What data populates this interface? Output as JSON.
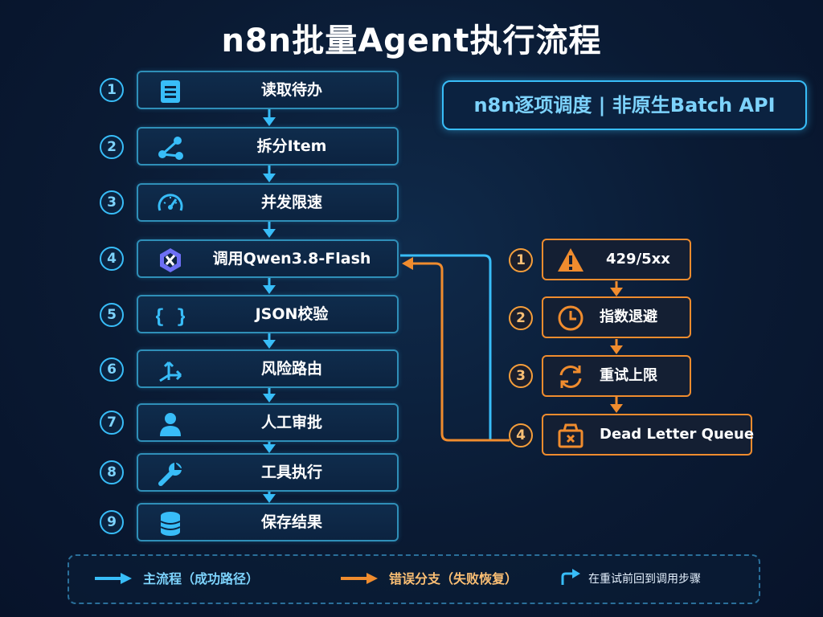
{
  "title": "n8n批量Agent执行流程",
  "badge": "n8n逐项调度 | 非原生Batch API",
  "colors": {
    "main": "#38bdf8",
    "error": "#f08c2e",
    "background": "#0a1a33"
  },
  "main_flow": [
    {
      "num": "1",
      "label": "读取待办",
      "icon": "document-icon"
    },
    {
      "num": "2",
      "label": "拆分Item",
      "icon": "split-icon"
    },
    {
      "num": "3",
      "label": "并发限速",
      "icon": "gauge-icon"
    },
    {
      "num": "4",
      "label": "调用Qwen3.8-Flash",
      "icon": "qwen-logo-icon"
    },
    {
      "num": "5",
      "label": "JSON校验",
      "icon": "braces-icon"
    },
    {
      "num": "6",
      "label": "风险路由",
      "icon": "route-icon"
    },
    {
      "num": "7",
      "label": "人工审批",
      "icon": "user-icon"
    },
    {
      "num": "8",
      "label": "工具执行",
      "icon": "wrench-icon"
    },
    {
      "num": "9",
      "label": "保存结果",
      "icon": "database-icon"
    }
  ],
  "error_flow": [
    {
      "num": "1",
      "label": "429/5xx",
      "icon": "warning-icon"
    },
    {
      "num": "2",
      "label": "指数退避",
      "icon": "clock-icon"
    },
    {
      "num": "3",
      "label": "重试上限",
      "icon": "retry-icon"
    },
    {
      "num": "4",
      "label": "Dead Letter Queue",
      "icon": "dead-letter-icon"
    }
  ],
  "legend": {
    "main": "主流程（成功路径）",
    "error": "错误分支（失败恢复）",
    "return": "在重试前回到调用步骤"
  }
}
